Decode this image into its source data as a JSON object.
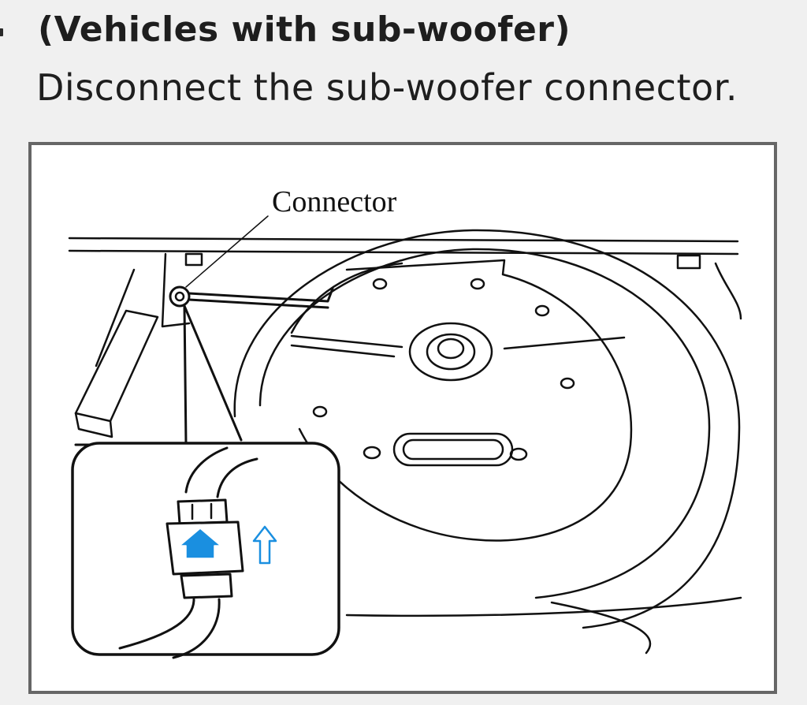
{
  "step": {
    "heading": "(Vehicles with sub-woofer)",
    "instruction": "Disconnect the sub-woofer connector."
  },
  "figure": {
    "callout_label": "Connector",
    "arrow_color": "#1a8fe0"
  }
}
